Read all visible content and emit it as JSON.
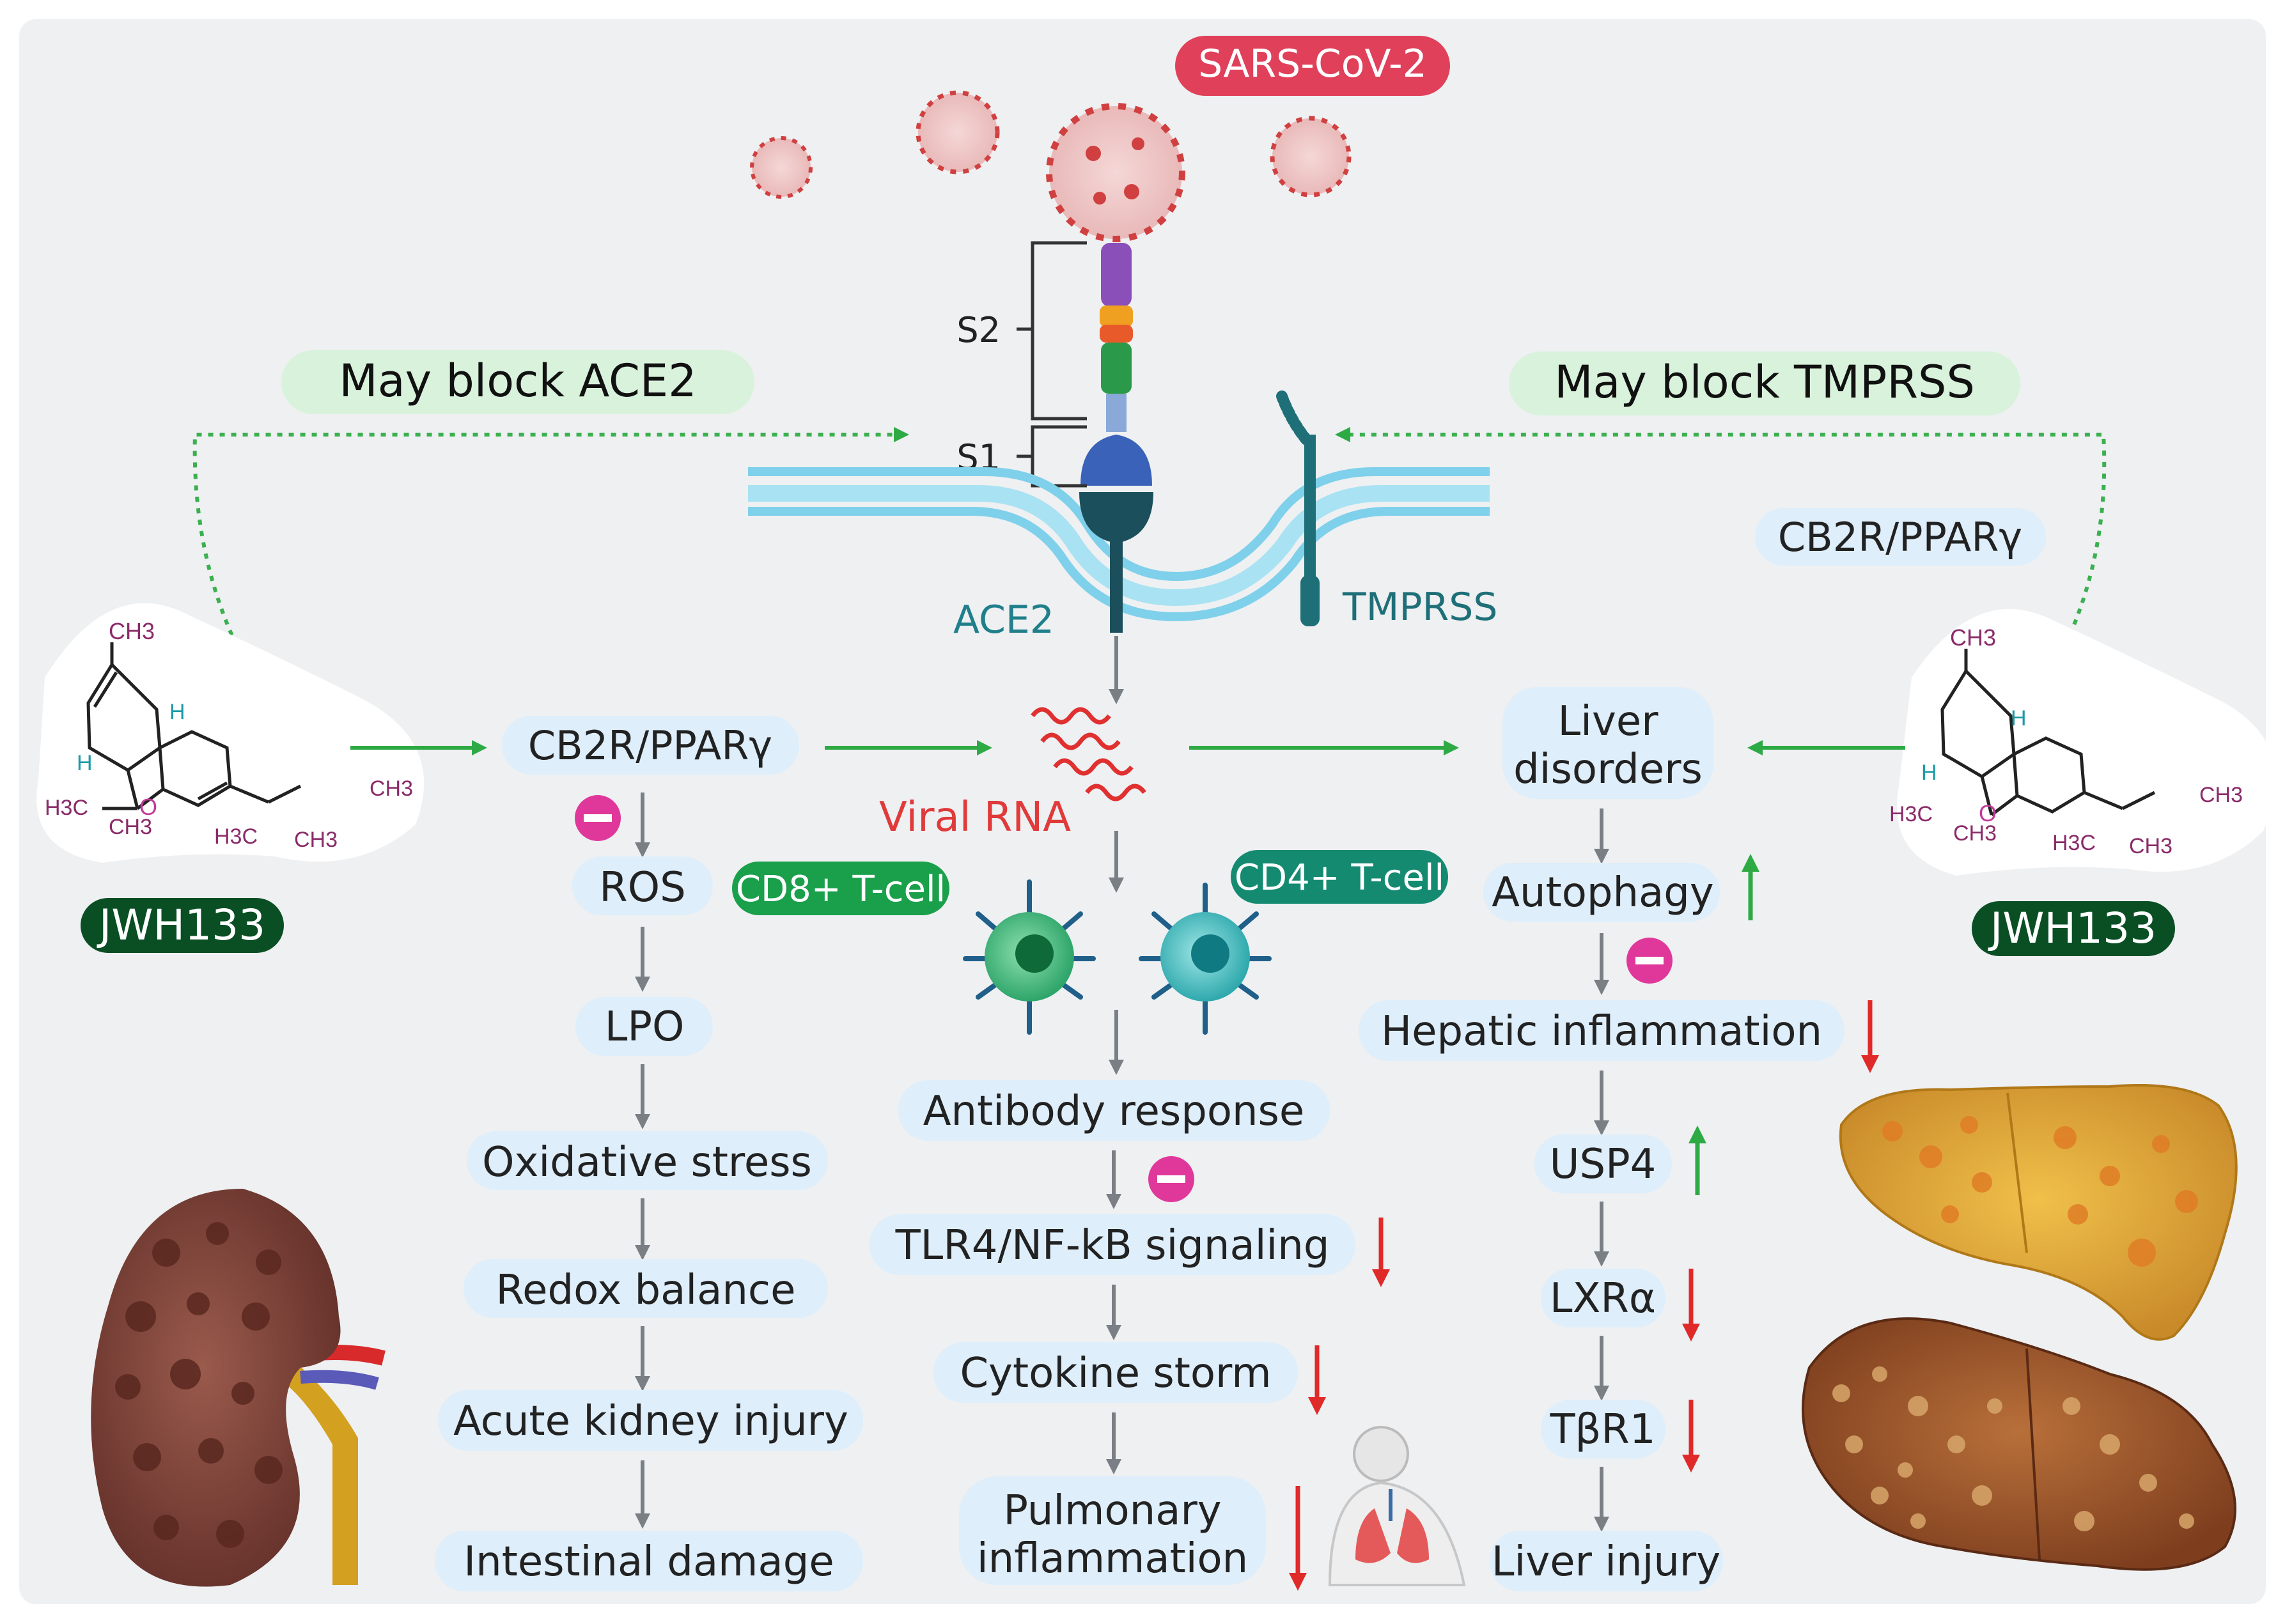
{
  "virus": {
    "label": "SARS-CoV-2"
  },
  "spike": {
    "s2": "S2",
    "s1": "S1"
  },
  "receptors": {
    "ace2": "ACE2",
    "tmprss": "TMPRSS"
  },
  "block": {
    "ace2": "May block ACE2",
    "tmprss": "May block TMPRSS"
  },
  "drug": {
    "left": "JWH133",
    "right": "JWH133"
  },
  "chem": {
    "ch3": "CH3",
    "h": "H",
    "o": "O",
    "h3c": "H3C"
  },
  "receptor_labels": {
    "left": "CB2R/PPARγ",
    "right": "CB2R/PPARγ"
  },
  "viral_rna": "Viral RNA",
  "tcells": {
    "cd8": "CD8+ T-cell",
    "cd4": "CD4+ T-cell"
  },
  "kidney_path": [
    "ROS",
    "LPO",
    "Oxidative stress",
    "Redox balance",
    "Acute kidney injury",
    "Intestinal damage"
  ],
  "immune_path": {
    "antibody": "Antibody response",
    "tlr4": "TLR4/NF-kB signaling",
    "cytokine": "Cytokine storm",
    "pulmonary_1": "Pulmonary",
    "pulmonary_2": "inflammation"
  },
  "liver_path": {
    "disorders_1": "Liver",
    "disorders_2": "disorders",
    "autophagy": "Autophagy",
    "hepatic": "Hepatic inflammation",
    "usp4": "USP4",
    "lxr": "LXRα",
    "tbr1": "TβR1",
    "injury": "Liver injury"
  },
  "colors": {
    "background": "#eef0f2",
    "pill": "#deeefb",
    "drug_green": "#0a5a2a",
    "green_arrow": "#2eaa44",
    "red_arrow": "#e02a2a",
    "teal": "#1f6f78",
    "virus_red": "#e0405a",
    "inhibit": "#e0389a"
  }
}
